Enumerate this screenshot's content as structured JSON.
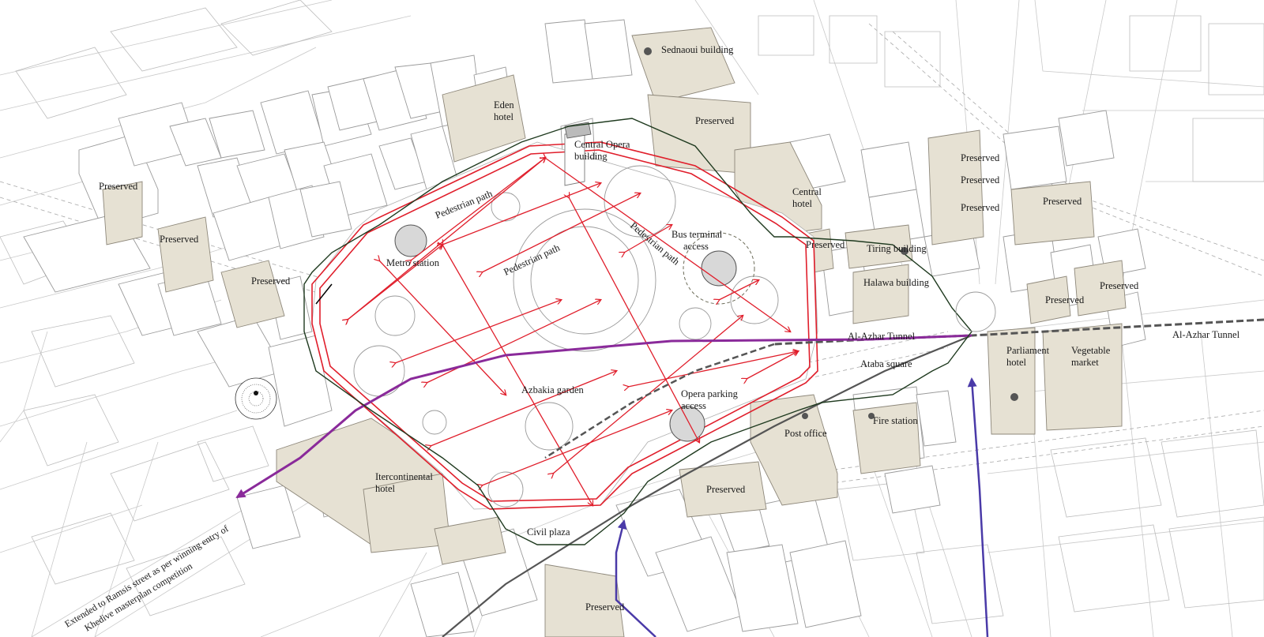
{
  "labels": {
    "sednaoui": "Sednaoui building",
    "eden": "Eden\nhotel",
    "preserved": "Preserved",
    "central_opera": "Central Opera\nbuilding",
    "pedestrian_path": "Pedestrian path",
    "bus_terminal": "Bus terminal\naccess",
    "metro_station": "Metro station",
    "central_hotel": "Central\nhotel",
    "tiring": "Tiring building",
    "halawa": "Halawa building",
    "al_azhar_tunnel": "Al-Azhar Tunnel",
    "ataba_square": "Ataba square",
    "parliament_hotel": "Parliament\nhotel",
    "vegetable_market": "Vegetable\nmarket",
    "azbakia_garden": "Azbakia garden",
    "opera_parking": "Opera parking\naccess",
    "post_office": "Post office",
    "fire_station": "Fire station",
    "intercontinental": "Itercontinental\nhotel",
    "civil_plaza": "Civil plaza",
    "extended": "Extended to Ramsis street as per winning entry of",
    "khedive": "Khedive masterplan competition"
  },
  "colors": {
    "background": "#ffffff",
    "building": "#ffffff",
    "preserved": "#e6e1d3",
    "red_plan": "#e01e2b",
    "purple_route": "#8a2a9a",
    "blue_route": "#4a3aa8",
    "tunnel_gray": "#555555",
    "boundary_green": "#1f3a1f"
  }
}
